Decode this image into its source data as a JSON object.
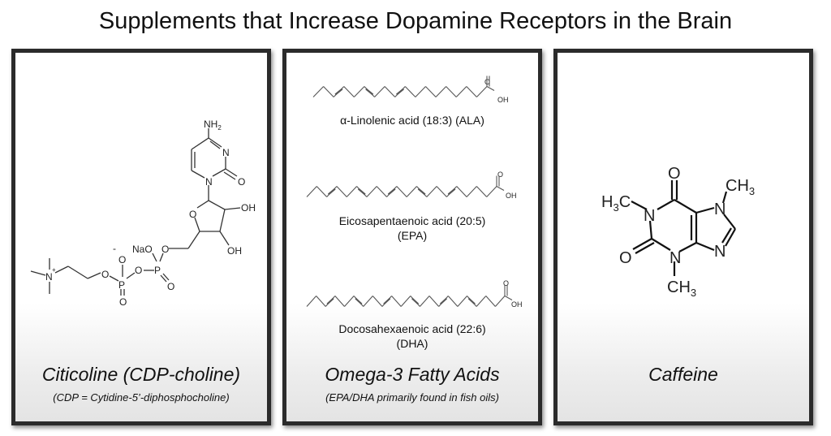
{
  "title": "Supplements that Increase Dopamine Receptors in the Brain",
  "panels": [
    {
      "name": "Citicoline (CDP-choline)",
      "subtitle": "(CDP = Cytidine-5’-diphosphocholine)",
      "atoms": {
        "nh2": "NH",
        "nh2_sub": "2",
        "n": "N",
        "o": "O",
        "oh": "OH",
        "nao": "NaO",
        "p": "P",
        "minus": "-",
        "nplus": "N",
        "plus": "+"
      }
    },
    {
      "name": "Omega-3 Fatty Acids",
      "subtitle": "(EPA/DHA primarily found in fish oils)",
      "acids": [
        {
          "label": "α-Linolenic acid (18:3) (ALA)",
          "label2": "",
          "carbons": 18,
          "double_bonds": 3
        },
        {
          "label": "Eicosapentaenoic acid (20:5)",
          "label2": "(EPA)",
          "carbons": 20,
          "double_bonds": 5
        },
        {
          "label": "Docosahexaenoic acid (22:6)",
          "label2": "(DHA)",
          "carbons": 22,
          "double_bonds": 6
        }
      ],
      "atoms": {
        "o": "O",
        "oh": "OH"
      }
    },
    {
      "name": "Caffeine",
      "atoms": {
        "o": "O",
        "n": "N",
        "ch": "CH",
        "h": "H",
        "c": "C",
        "sub3": "3"
      }
    }
  ]
}
